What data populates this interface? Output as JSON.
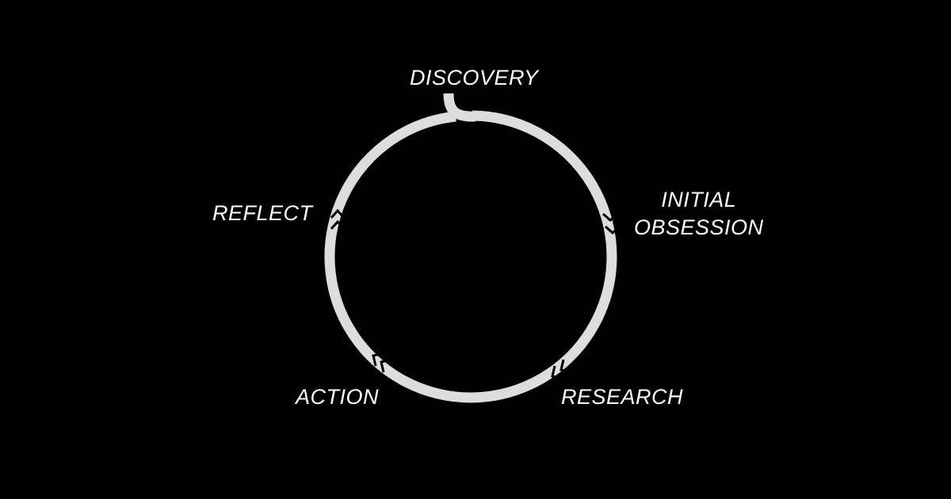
{
  "colors": {
    "background": "#000000",
    "ring": "#dddddd",
    "text": "#ffffff"
  },
  "diagram": {
    "stages": {
      "discovery": "DISCOVERY",
      "initial_line1": "INITIAL",
      "initial_line2": "OBSESSION",
      "research": "RESEARCH",
      "action": "ACTION",
      "reflect": "REFLECT"
    }
  }
}
